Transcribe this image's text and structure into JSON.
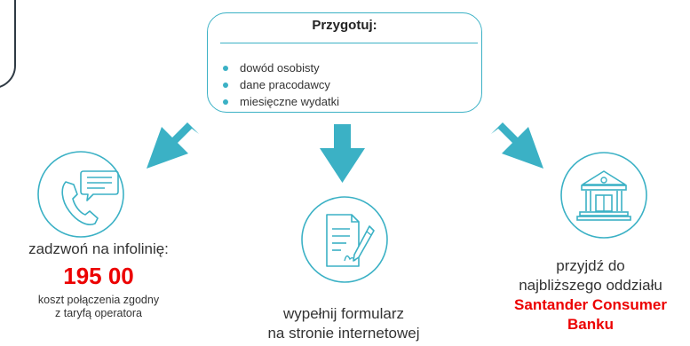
{
  "prepare_box": {
    "title": "Przygotuj:",
    "items": [
      "dowód osobisty",
      "dane pracodawcy",
      "miesięczne wydatki"
    ]
  },
  "phone": {
    "icon": "phone-chat-icon",
    "line1": "zadzwoń na infolinię:",
    "number": "195 00",
    "note_line1": "koszt połączenia zgodny",
    "note_line2": "z taryfą operatora"
  },
  "form": {
    "icon": "form-pen-icon",
    "line1": "wypełnij formularz",
    "line2": "na stronie internetowej"
  },
  "branch": {
    "icon": "bank-building-icon",
    "line1": "przyjdź do",
    "line2": "najbliższego oddziału",
    "bank_line1": "Santander Consumer",
    "bank_line2": "Banku"
  },
  "colors": {
    "accent": "#3bb1c5",
    "brand_red": "#ec0000",
    "text": "#333333"
  }
}
